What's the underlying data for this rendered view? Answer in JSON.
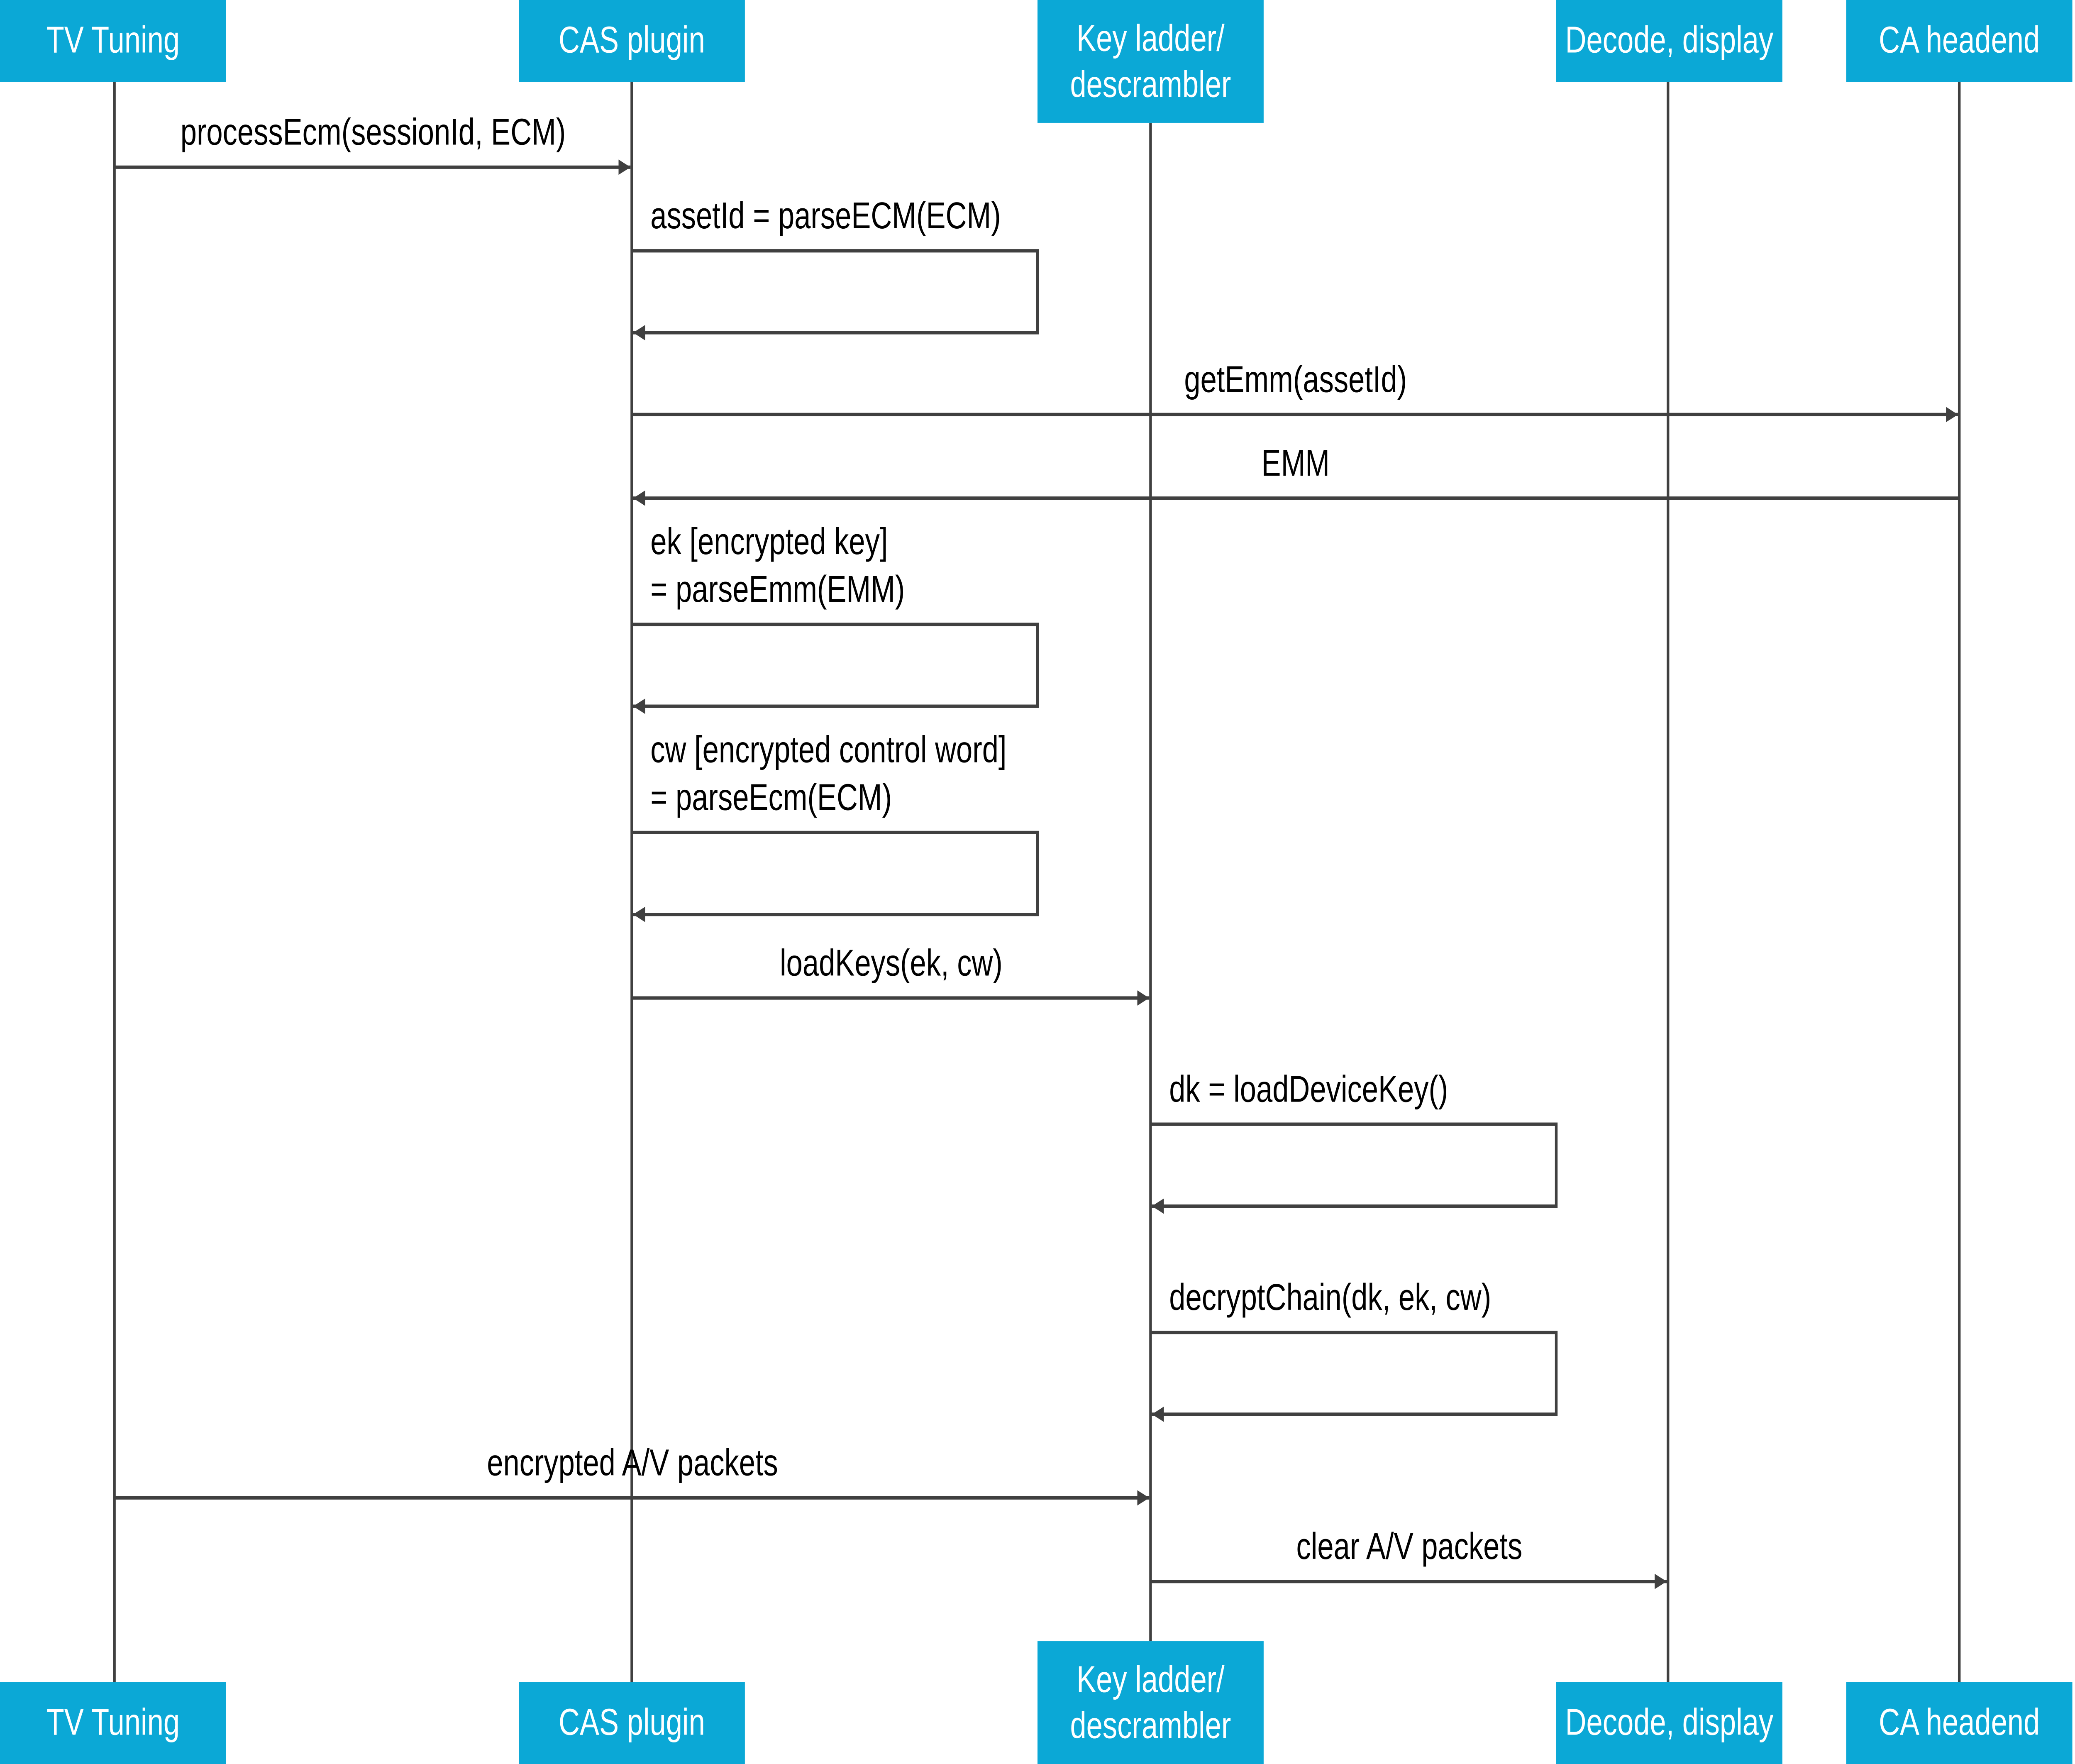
{
  "colors": {
    "header_fill": "#0ba8d6",
    "header_text": "#ffffff",
    "line": "#404040",
    "text": "#000000"
  },
  "participants": [
    {
      "id": "tv",
      "lines": [
        "TV Tuning"
      ]
    },
    {
      "id": "cas",
      "lines": [
        "CAS plugin"
      ]
    },
    {
      "id": "kl",
      "lines": [
        "Key ladder/",
        "descrambler"
      ]
    },
    {
      "id": "dec",
      "lines": [
        "Decode, display"
      ]
    },
    {
      "id": "ca",
      "lines": [
        "CA headend"
      ]
    }
  ],
  "messages": [
    {
      "from": "tv",
      "to": "cas",
      "label": [
        "processEcm(sessionId, ECM)"
      ]
    },
    {
      "from": "cas",
      "to": "cas",
      "label": [
        "assetId = parseECM(ECM)"
      ]
    },
    {
      "from": "cas",
      "to": "ca",
      "label": [
        "getEmm(assetId)"
      ]
    },
    {
      "from": "ca",
      "to": "cas",
      "label": [
        "EMM"
      ]
    },
    {
      "from": "cas",
      "to": "cas",
      "label": [
        "ek [encrypted key]",
        "= parseEmm(EMM)"
      ]
    },
    {
      "from": "cas",
      "to": "cas",
      "label": [
        "cw [encrypted control word]",
        "= parseEcm(ECM)"
      ]
    },
    {
      "from": "cas",
      "to": "kl",
      "label": [
        "loadKeys(ek, cw)"
      ]
    },
    {
      "from": "kl",
      "to": "kl",
      "label": [
        "dk = loadDeviceKey()"
      ]
    },
    {
      "from": "kl",
      "to": "kl",
      "label": [
        "decryptChain(dk, ek, cw)"
      ]
    },
    {
      "from": "tv",
      "to": "kl",
      "label": [
        "encrypted A/V packets"
      ]
    },
    {
      "from": "kl",
      "to": "dec",
      "label": [
        "clear A/V packets"
      ]
    }
  ]
}
